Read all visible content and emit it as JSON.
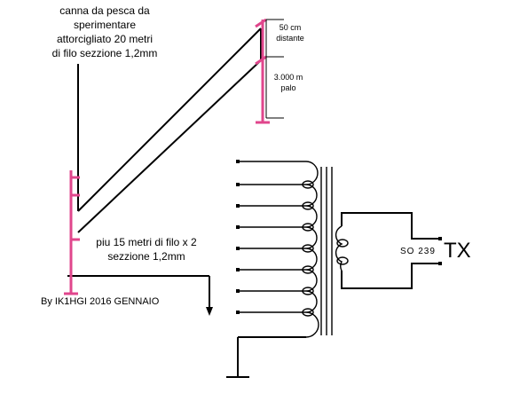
{
  "labels": {
    "rod_line1": "canna da pesca da",
    "rod_line2": "sperimentare",
    "rod_line3": "attorcigliato 20 metri",
    "rod_line4": "di filo sezzione 1,2mm",
    "dist_line1": "50 cm",
    "dist_line2": "distante",
    "pole_line1": "3.000 m",
    "pole_line2": "palo",
    "extra_line1": "piu 15 metri di filo x 2",
    "extra_line2": "sezzione 1,2mm",
    "author": "By IK1HGI 2016 GENNAIO",
    "connector": "SO 239",
    "tx": "TX"
  },
  "colors": {
    "line": "#000000",
    "accent": "#e0468c",
    "background": "#ffffff"
  }
}
